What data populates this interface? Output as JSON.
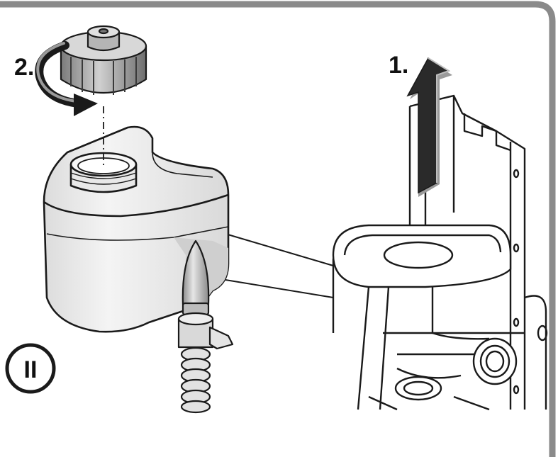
{
  "steps": [
    {
      "label": "1.",
      "action": "lift-upward"
    },
    {
      "label": "2.",
      "action": "unscrew-cap"
    }
  ],
  "badge": {
    "label": "II"
  },
  "colors": {
    "frame": "#8a8a8a",
    "outline": "#1a1a1a",
    "tank_fill": "#eeeeee",
    "tank_shadow": "#d6d6d6",
    "arrow_dark": "#2a2a2a",
    "arrow_light": "#9a9a9a",
    "background": "#ffffff"
  },
  "icons": [
    "rotate-arrow-icon",
    "up-arrow-icon",
    "filler-cap-icon",
    "water-tank-icon",
    "hose-icon",
    "machine-frame-icon"
  ]
}
